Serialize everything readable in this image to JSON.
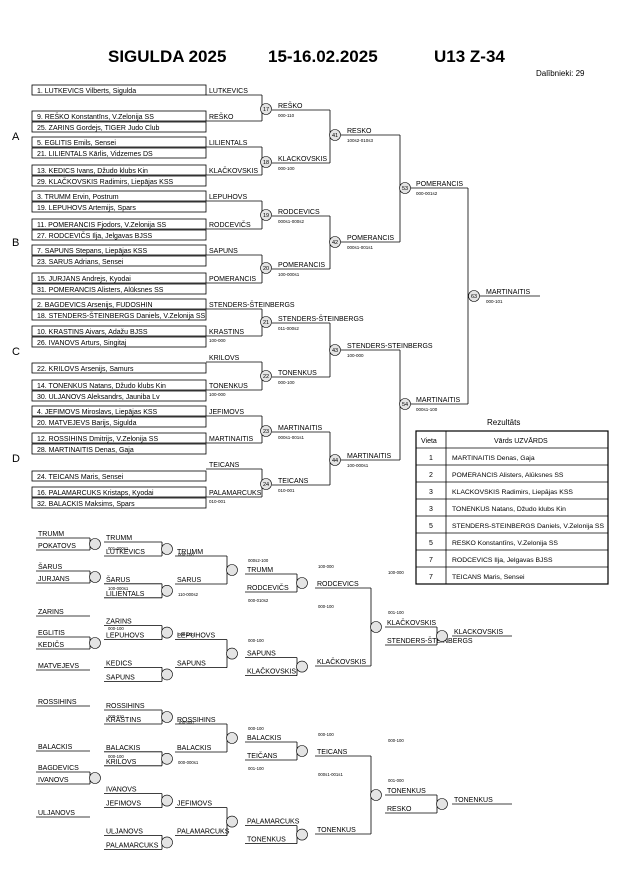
{
  "header": {
    "event": "SIGULDA 2025",
    "dates": "15-16.02.2025",
    "category": "U13 Z-34",
    "participants": "Dalībnieki: 29"
  },
  "pools": [
    "A",
    "B",
    "C",
    "D"
  ],
  "entries": [
    "1. LUTKEVICS Vilberts, Sigulda",
    "9. REŠKO Konstantīns, V.Zelonija SS",
    "25. ZARINS Gordejs, TIGER Judo Club",
    "5. EGLITIS Emils, Sensei",
    "21. LILIENTALS Kārlis, Vidzemes DS",
    "13. KEDICS Ivans, Džudo klubs Kin",
    "29. KLAČKOVSKIS Radimirs, Liepājas KSS",
    "3. TRUMM Ervin, Postrum",
    "19. LEPUHOVS Artemijs, Spars",
    "11. POMERANCIS Fjodors, V.Zelonija SS",
    "27. RODCEVIČS Ilja, Jelgavas BJSS",
    "7. SAPUNS Stepans, Liepājas KSS",
    "23. SARUS Adrians, Sensei",
    "15. JURJANS Andrejs, Kyodai",
    "31. POMERANCIS Alisters, Alūksnes SS",
    "2. BAGDEVICS Arsenijs, FUDOSHIN",
    "18. STENDERS-ŠTEINBERGS Daniels, V.Zelonija SS",
    "10. KRASTINS Aivars, Adažu BJSS",
    "26. IVANOVS Arturs, Singitaj",
    "22. KRILOVS Arsenijs, Samurs",
    "14. TONENKUS Natans, Džudo klubs Kin",
    "30. ULJANOVS Aleksandrs, Jauniba Lv",
    "4. JEFIMOVS Miroslavs, Liepājas KSS",
    "20. MATVEJEVS Barijs, Sigulda",
    "12. ROSSIHINS Dmitrijs, V.Zelonija SS",
    "28. MARTINAITIS Denas, Gaja",
    "24. TEICANS Maris, Sensei",
    "16. PALAMARCUKS Kristaps, Kyodai",
    "32. BALACKIS Maksims, Spars"
  ],
  "main_bracket": {
    "r1": [
      {
        "name": "LUTKEVICS",
        "score": ""
      },
      {
        "name": "REŠKO",
        "score": ""
      },
      {
        "name": "LILIENTALS",
        "score": ""
      },
      {
        "name": "KLAČKOVSKIS",
        "score": ""
      },
      {
        "name": "LEPUHOVS",
        "score": ""
      },
      {
        "name": "RODCEVIČS",
        "score": ""
      },
      {
        "name": "SAPUNS",
        "score": ""
      },
      {
        "name": "POMERANCIS",
        "score": ""
      },
      {
        "name": "STENDERS-ŠTEINBERGS",
        "score": ""
      },
      {
        "name": "KRASTINS",
        "score": "100-000"
      },
      {
        "name": "KRILOVS",
        "score": ""
      },
      {
        "name": "TONENKUS",
        "score": "100-000"
      },
      {
        "name": "JEFIMOVS",
        "score": ""
      },
      {
        "name": "MARTINAITIS",
        "score": ""
      },
      {
        "name": "TEICANS",
        "score": ""
      },
      {
        "name": "PALAMARCUKS",
        "score": "010-001"
      }
    ],
    "r2": [
      {
        "name": "REŠKO",
        "score": "000-110"
      },
      {
        "name": "KLACKOVSKIS",
        "score": "000-100"
      },
      {
        "name": "RODCEVICS",
        "score": "000s1-000s2"
      },
      {
        "name": "POMERANCIS",
        "score": "100-000s1"
      },
      {
        "name": "STENDERS-ŠTEINBERGS",
        "score": "011-000s2"
      },
      {
        "name": "TONENKUS",
        "score": "000-100"
      },
      {
        "name": "MARTINAITIS",
        "score": "000s1-001s1"
      },
      {
        "name": "TEICANS",
        "score": "010-001"
      }
    ],
    "r3": [
      {
        "name": "RESKO",
        "score": "100s2-010s3"
      },
      {
        "name": "POMERANCIS",
        "score": "000s1-001s1"
      },
      {
        "name": "STENDERS-STEINBERGS",
        "score": "100-000"
      },
      {
        "name": "MARTINAITIS",
        "score": "100-000s1"
      }
    ],
    "r4": [
      {
        "name": "POMERANCIS",
        "score": "000-001s2"
      },
      {
        "name": "MARTINAITIS",
        "score": "000s1-100"
      }
    ],
    "final": {
      "name": "MARTINAITIS",
      "score": "000-101"
    },
    "match_numbers": [
      "17",
      "18",
      "19",
      "20",
      "21",
      "22",
      "23",
      "24",
      "41",
      "42",
      "43",
      "44",
      "53",
      "54",
      "63"
    ]
  },
  "results": {
    "title": "Rezultāts",
    "col_place": "Vieta",
    "col_name": "Vārds UZVĀRDS",
    "rows": [
      {
        "place": "1",
        "name": "MARTINAITIS Denas, Gaja"
      },
      {
        "place": "2",
        "name": "POMERANCIS Alisters, Alūksnes SS"
      },
      {
        "place": "3",
        "name": "KLACKOVSKIS Radimirs, Liepājas KSS"
      },
      {
        "place": "3",
        "name": "TONENKUS Natans, Džudo klubs Kin"
      },
      {
        "place": "5",
        "name": "STENDERS-STEINBERGS Daniels, V.Zelonija SS"
      },
      {
        "place": "5",
        "name": "RESKO Konstantīns, V.Zelonija SS"
      },
      {
        "place": "7",
        "name": "RODCEVICS Ilja, Jelgavas BJSS"
      },
      {
        "place": "7",
        "name": "TEICANS Maris, Sensei"
      }
    ]
  },
  "repechage": {
    "upper": {
      "r1": [
        [
          "TRUMM",
          "POKATOVS"
        ],
        [
          "ŠARUS",
          "JURJANS"
        ],
        [
          "",
          "ZARINS"
        ],
        [
          "EGLITIS",
          "KEDIČS"
        ],
        [
          "MATVEJEVS",
          ""
        ]
      ],
      "r2": [
        [
          "TRUMM",
          "LUTKEVICS"
        ],
        [
          "ŠARUS",
          "LILIENTALS"
        ],
        [
          "ZARINS",
          "LEPUHOVS"
        ],
        [
          "KEDICS",
          "SAPUNS"
        ]
      ],
      "r3": [
        [
          "TRUMM",
          "SARUS"
        ],
        [
          "LEPUHOVS",
          "SAPUNS"
        ]
      ],
      "r4": [
        [
          "TRUMM",
          "RODCEVIČS"
        ],
        [
          "SAPUNS",
          "KLAČKOVSKIS"
        ]
      ],
      "r5": [
        [
          "RODCEVICS",
          "KLAČKOVSKIS"
        ]
      ],
      "r6": [
        [
          "KLAČKOVSKIS",
          "STENDERS-ŠTEINBERGS"
        ]
      ],
      "winner": "KLACKOVSKIS",
      "scores": [
        "001-000s1",
        "000-100",
        "000s2-100",
        "100-000",
        "100-000",
        "100-000s1",
        "110-000s2",
        "000-010s2",
        "000-100",
        "001-100",
        "000-100",
        "000-100",
        "000-100"
      ]
    },
    "lower": {
      "r1": [
        [
          "ROSSIHINS",
          ""
        ],
        [
          "",
          "BALACKIS"
        ],
        [
          "BAGDEVICS",
          "IVANOVS"
        ],
        [
          "",
          "ULJANOVS"
        ]
      ],
      "r2": [
        [
          "ROSSIHINS",
          "KRASTINS"
        ],
        [
          "BALACKIS",
          "KRILOVS"
        ],
        [
          "IVANOVS",
          "JEFIMOVS"
        ],
        [
          "ULJANOVS",
          "PALAMARCUKS"
        ]
      ],
      "r3": [
        [
          "ROSSIHINS",
          "BALACKIS"
        ],
        [
          "JEFIMOVS",
          "PALAMARCUKS"
        ]
      ],
      "r4": [
        [
          "BALACKIS",
          "TEIČANS"
        ],
        [
          "PALAMARCUKS",
          "TONENKUS"
        ]
      ],
      "r5": [
        [
          "TEICANS",
          "TONENKUS"
        ]
      ],
      "r6": [
        [
          "TONENKUS",
          "RESKO"
        ]
      ],
      "winner": "TONENKUS",
      "scores": [
        "000-010",
        "100-000",
        "000-100",
        "000-100",
        "000-100",
        "000-100",
        "000-000s1",
        "001-100",
        "000s1-001s1",
        "001-000"
      ]
    }
  }
}
